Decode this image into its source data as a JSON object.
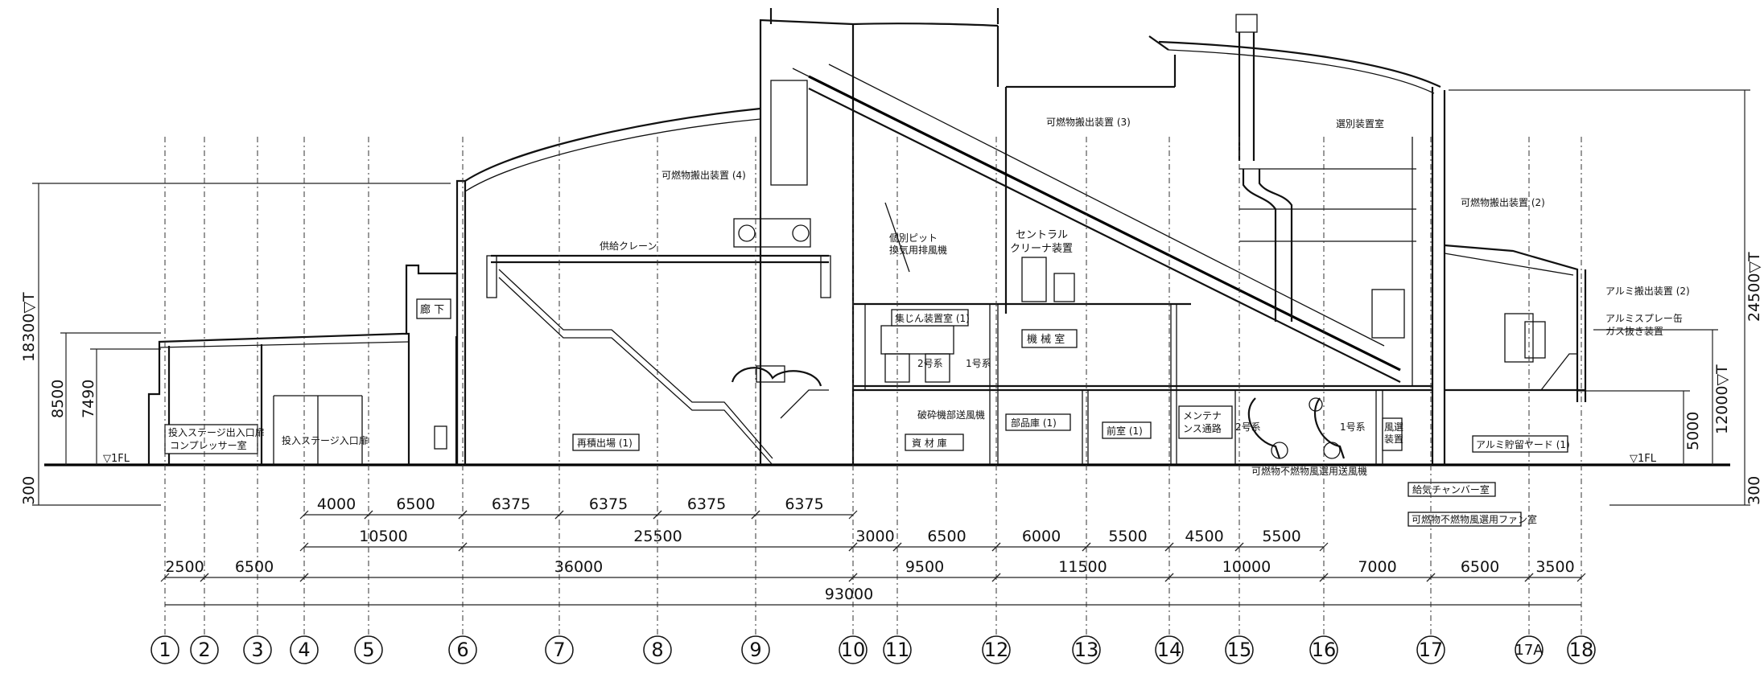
{
  "axes": [
    "1",
    "2",
    "3",
    "4",
    "5",
    "6",
    "7",
    "8",
    "9",
    "10",
    "11",
    "12",
    "13",
    "14",
    "15",
    "16",
    "17",
    "17A",
    "18"
  ],
  "dims_row1": [
    {
      "label": "4000"
    },
    {
      "label": "6500"
    },
    {
      "label": "6375"
    },
    {
      "label": "6375"
    },
    {
      "label": "6375"
    },
    {
      "label": "6375"
    }
  ],
  "dims_row2": [
    {
      "label": "10500"
    },
    {
      "label": "25500"
    },
    {
      "label": "3000"
    },
    {
      "label": "6500"
    },
    {
      "label": "6000"
    },
    {
      "label": "5500"
    },
    {
      "label": "4500"
    },
    {
      "label": "5500"
    }
  ],
  "dims_row3": [
    {
      "label": "2500"
    },
    {
      "label": "6500"
    },
    {
      "label": "36000"
    },
    {
      "label": "9500"
    },
    {
      "label": "11500"
    },
    {
      "label": "10000"
    },
    {
      "label": "7000"
    },
    {
      "label": "6500"
    },
    {
      "label": "3500"
    }
  ],
  "dim_total": "93000",
  "heights_left": {
    "h1": "18300▽T",
    "h2": "8500",
    "h3": "7490",
    "base": "300",
    "fl": "▽1FL"
  },
  "heights_right": {
    "h1": "24500▽T",
    "h2": "12000▽T",
    "h3": "5000",
    "base": "300",
    "fl": "▽1FL"
  },
  "labels": {
    "input_stage_compressor": "投入ステージ出入口扉\nコンプレッサー室",
    "input_stage_door": "投入ステージ入口扉",
    "corridor": "廊 下",
    "supply_crane": "供給クレーン",
    "reentry_yard": "再積出場 (1)",
    "combustible_out_4": "可燃物搬出装置 (4)",
    "combustible_out_3": "可燃物搬出装置 (3)",
    "combustible_out_2": "可燃物搬出装置 (2)",
    "sorting_room": "選別装置室",
    "pit_fan": "個別ピット\n換気用排風機",
    "central_cleaner": "セントラル\nクリーナ装置",
    "dust_room": "集じん装置室 (1)",
    "machine_room": "機 械 室",
    "no2": "2号系",
    "no1": "1号系",
    "crusher_fan": "破砕機部送風機",
    "material_store": "資 材 庫",
    "parts_store": "部品庫 (1)",
    "room1": "前室 (1)",
    "maintenance": "メンテナ\nンス通路",
    "no2b": "2号系",
    "no1b": "1号系",
    "blower_chamber": "給気チャンバー室",
    "combustible_fan": "可燃物不燃物風選用送風機",
    "combustible_fan_room": "可燃物不燃物風選用ファン室",
    "sorting_eq": "風選\n装置",
    "alu_out": "アルミ搬出装置 (2)",
    "alu_spray": "アルミスプレー缶\nガス抜き装置",
    "alu_yard": "アルミ貯留ヤード (1)"
  }
}
